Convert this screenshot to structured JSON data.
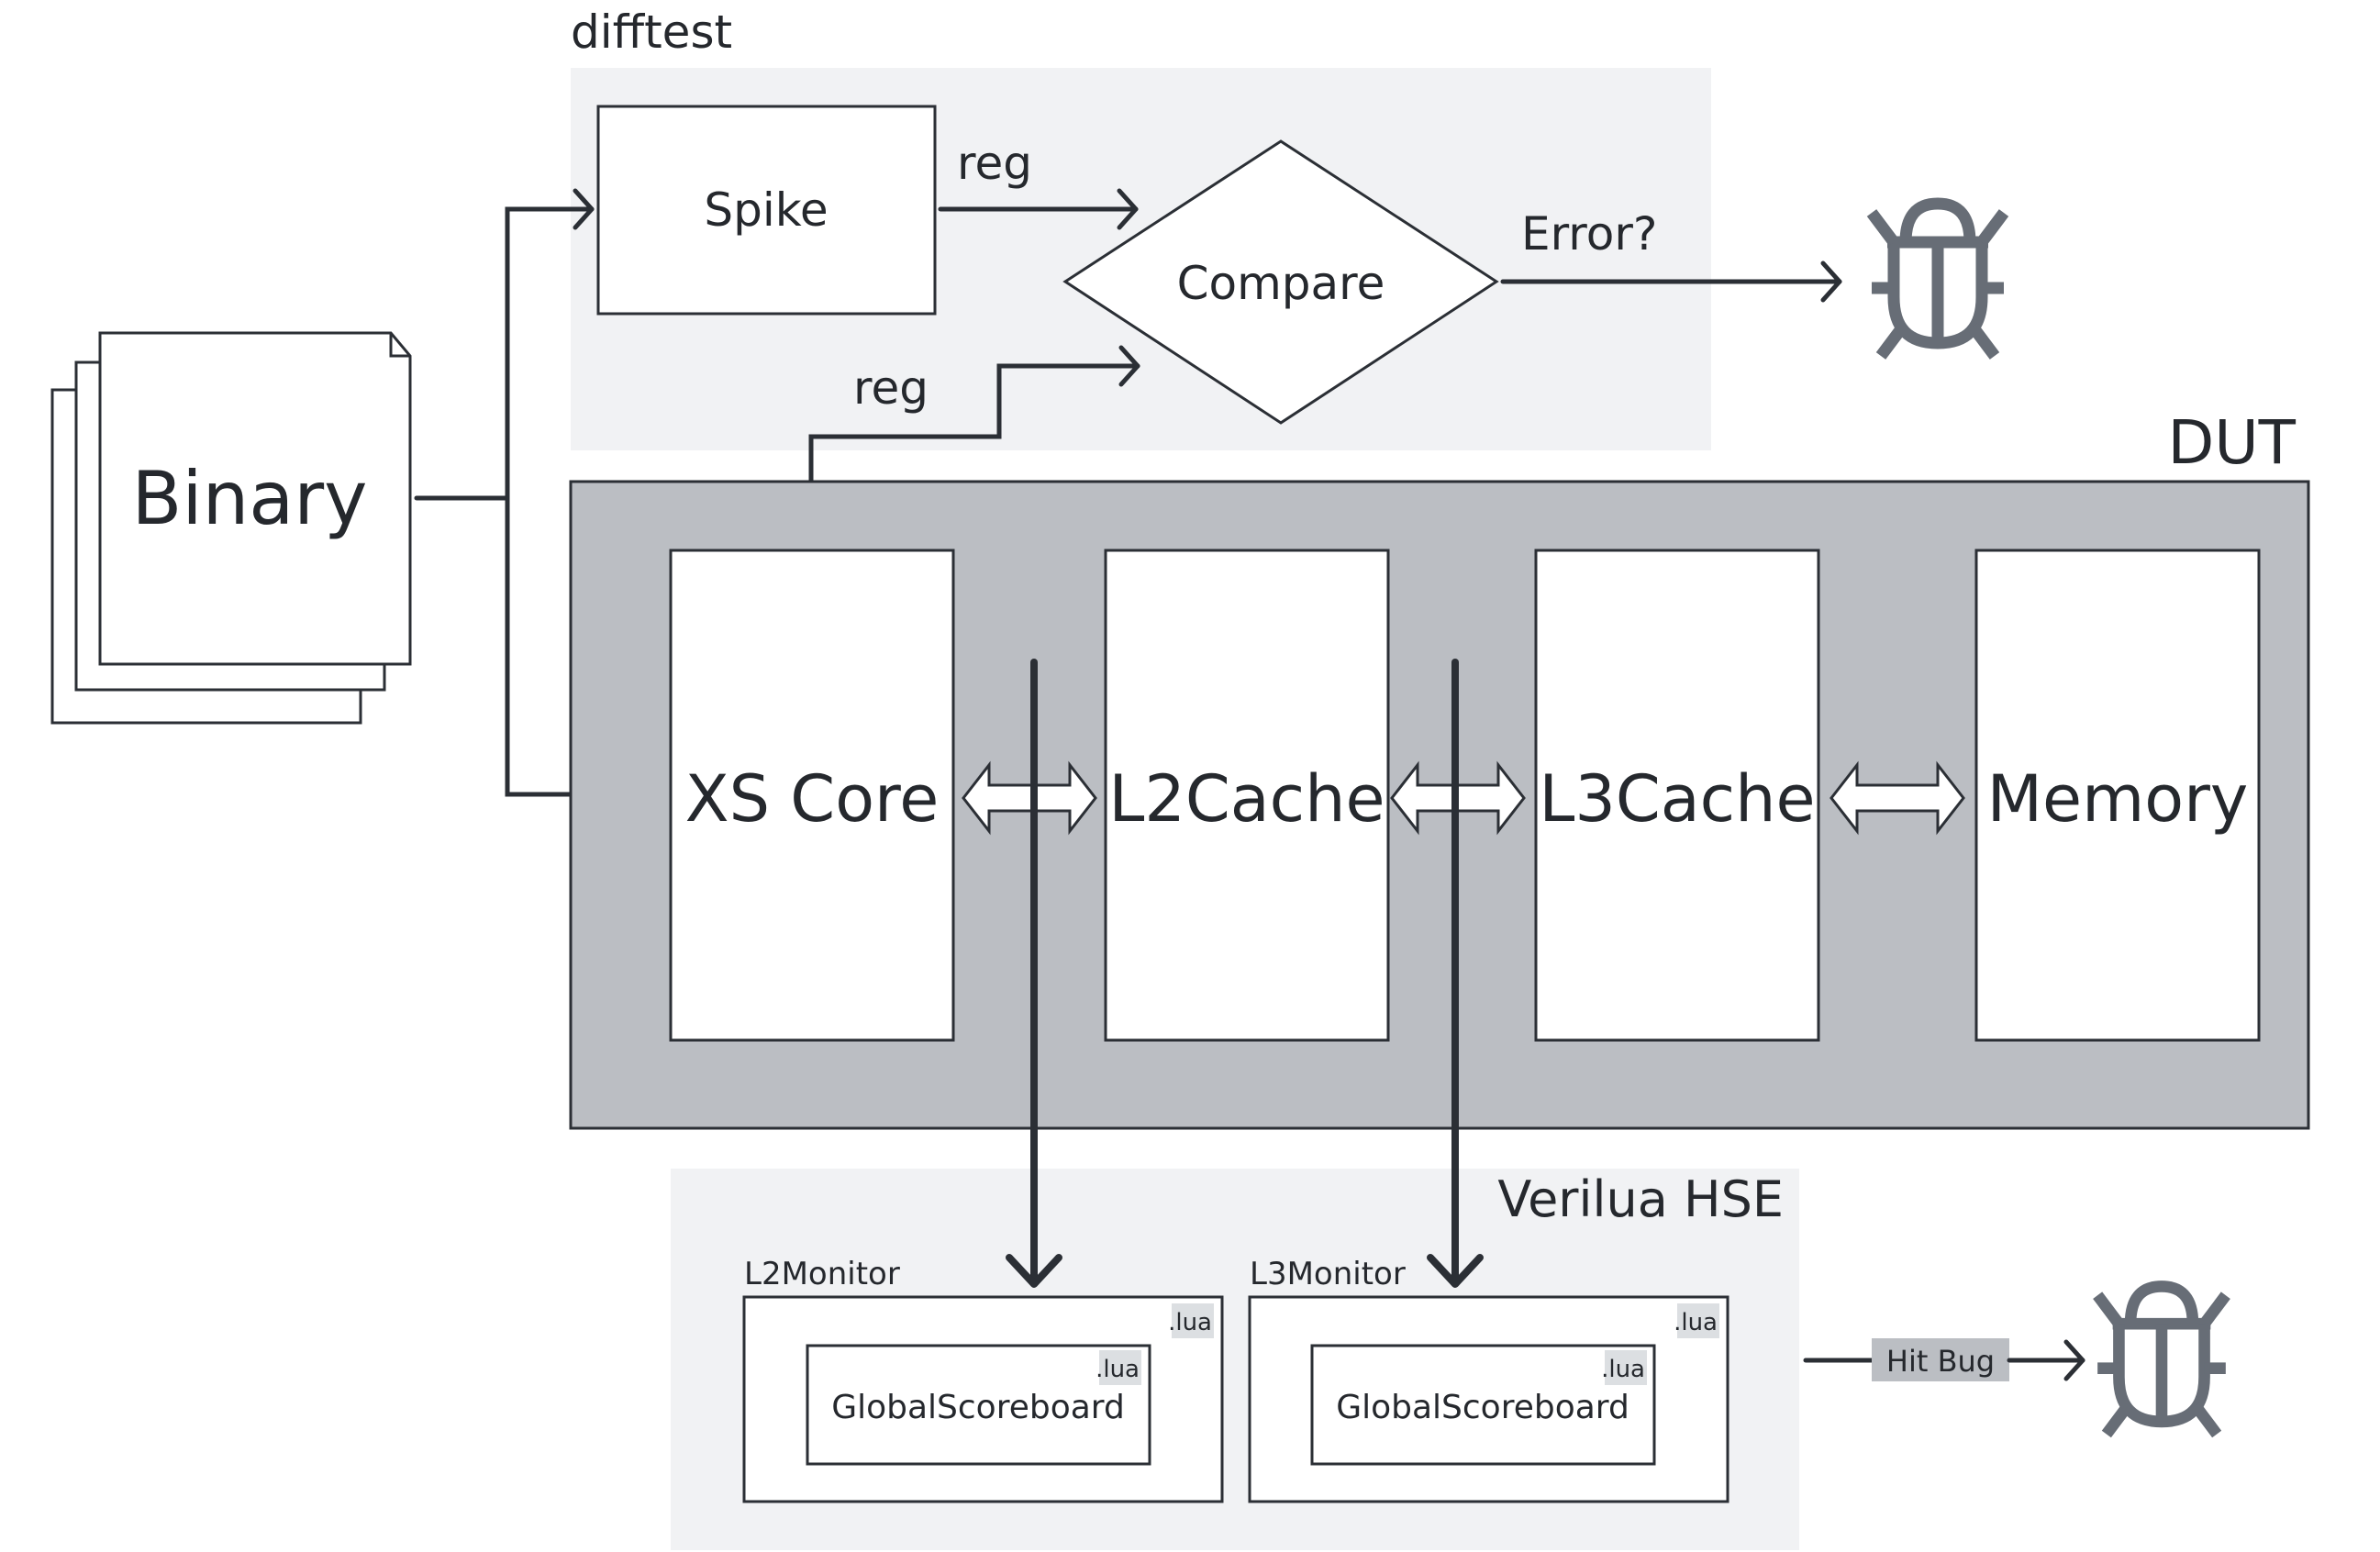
{
  "difftest": {
    "title": "difftest",
    "spike_label": "Spike",
    "compare_label": "Compare",
    "reg_from_spike_label": "reg",
    "reg_from_core_label": "reg",
    "error_label": "Error?"
  },
  "input": {
    "binary_label": "Binary"
  },
  "dut": {
    "title": "DUT",
    "blocks": [
      {
        "label": "XS Core"
      },
      {
        "label": "L2Cache"
      },
      {
        "label": "L3Cache"
      },
      {
        "label": "Memory"
      }
    ]
  },
  "verilua": {
    "title": "Verilua HSE",
    "monitors": [
      {
        "label": "L2Monitor",
        "file_tag": ".lua",
        "inner_label": "GlobalScoreboard",
        "inner_file_tag": ".lua"
      },
      {
        "label": "L3Monitor",
        "file_tag": ".lua",
        "inner_label": "GlobalScoreboard",
        "inner_file_tag": ".lua"
      }
    ],
    "hit_bug_label": "Hit Bug"
  },
  "icons": {
    "difftest_result": "bug-icon",
    "verilua_result": "bug-icon"
  },
  "colors": {
    "region_light": "#f1f2f4",
    "dut_fill": "#bbbec3",
    "line": "#2b2f35",
    "bug": "#676d76",
    "hit_bug_fill": "#bbbec3",
    "lua_tag": "#dcdfe2"
  }
}
